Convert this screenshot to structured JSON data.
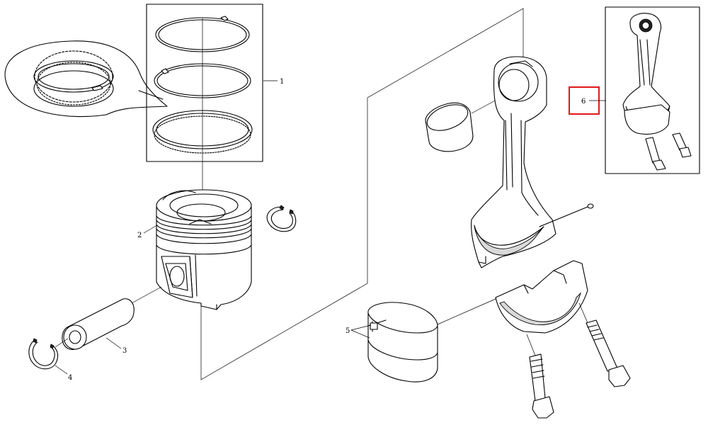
{
  "callouts": [
    {
      "id": "1",
      "label": "1"
    },
    {
      "id": "2",
      "label": "2"
    },
    {
      "id": "3",
      "label": "3"
    },
    {
      "id": "4",
      "label": "4"
    },
    {
      "id": "5",
      "label": "5"
    },
    {
      "id": "6",
      "label": "6"
    }
  ],
  "highlight": {
    "callout": "6",
    "color": "#e0191b"
  }
}
